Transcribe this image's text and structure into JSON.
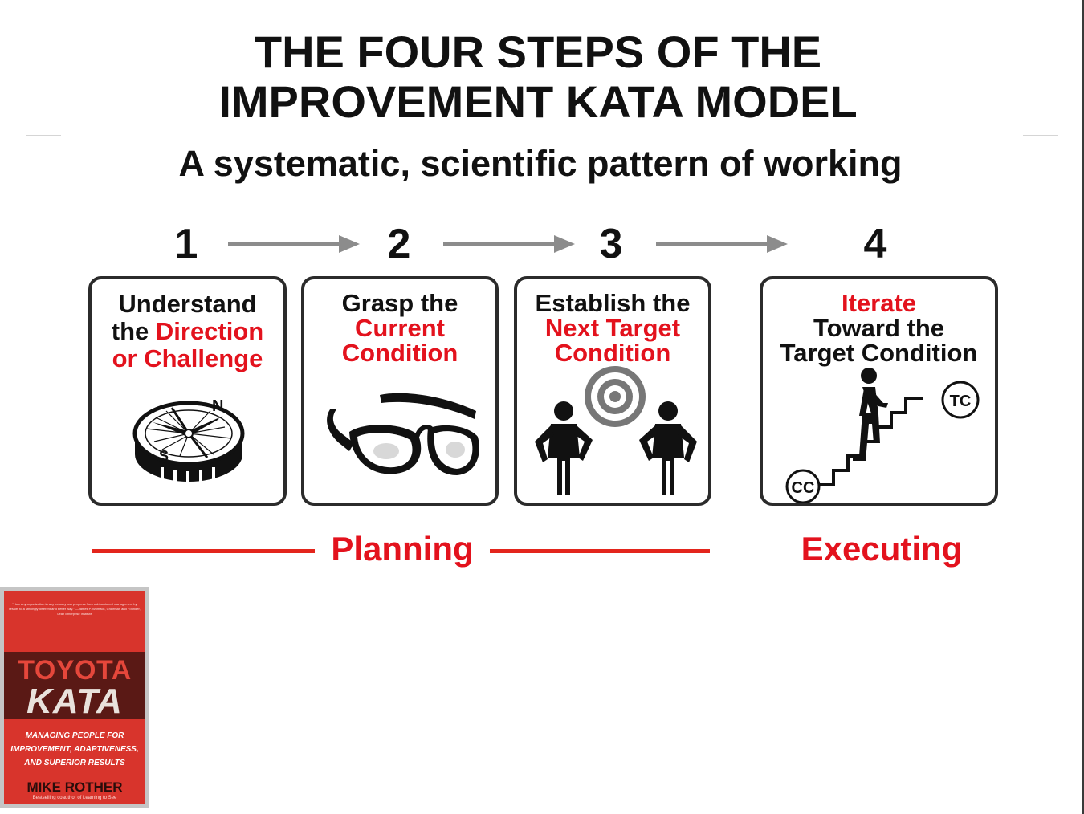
{
  "title_lines": [
    "THE FOUR STEPS OF THE",
    "IMPROVEMENT KATA MODEL"
  ],
  "subtitle": "A systematic, scientific pattern of working",
  "steps": [
    {
      "number": "1",
      "lines": [
        [
          {
            "text": "Understand",
            "color": "black"
          }
        ],
        [
          {
            "text": "the ",
            "color": "black"
          },
          {
            "text": "Direction",
            "color": "red"
          }
        ],
        [
          {
            "text": "or Challenge",
            "color": "red"
          }
        ]
      ],
      "icon": "compass-icon"
    },
    {
      "number": "2",
      "lines": [
        [
          {
            "text": "Grasp the",
            "color": "black"
          }
        ],
        [
          {
            "text": "Current",
            "color": "red"
          }
        ],
        [
          {
            "text": "Condition",
            "color": "red"
          }
        ]
      ],
      "icon": "glasses-icon"
    },
    {
      "number": "3",
      "lines": [
        [
          {
            "text": "Establish the",
            "color": "black"
          }
        ],
        [
          {
            "text": "Next Target",
            "color": "red"
          }
        ],
        [
          {
            "text": "Condition",
            "color": "red"
          }
        ]
      ],
      "icon": "target-and-people-icon"
    },
    {
      "number": "4",
      "lines": [
        [
          {
            "text": "Iterate",
            "color": "red"
          }
        ],
        [
          {
            "text": "Toward the",
            "color": "black"
          }
        ],
        [
          {
            "text": "Target Condition",
            "color": "black"
          }
        ]
      ],
      "icon": "staircase-icon"
    }
  ],
  "compass_labels": {
    "north": "N",
    "south": "S"
  },
  "stair_labels": {
    "start": "CC",
    "end": "TC"
  },
  "phases": {
    "planning": "Planning",
    "executing": "Executing"
  },
  "colors": {
    "accent_red": "#e3121d",
    "arrow_gray": "#8c8c8c",
    "outline": "#2b2b2b"
  },
  "book": {
    "blurb": "\"How any organization in any industry can progress from old-fashioned management by results to a strikingly different and better way.\" —James P. Womack, Chairman and Founder, Lean Enterprise Institute",
    "title_1": "TOYOTA",
    "title_2": "KATA",
    "tagline": [
      "MANAGING PEOPLE FOR",
      "IMPROVEMENT, ADAPTIVENESS,",
      "AND SUPERIOR RESULTS"
    ],
    "author": "MIKE ROTHER",
    "byline": "Bestselling coauthor of Learning to See"
  }
}
